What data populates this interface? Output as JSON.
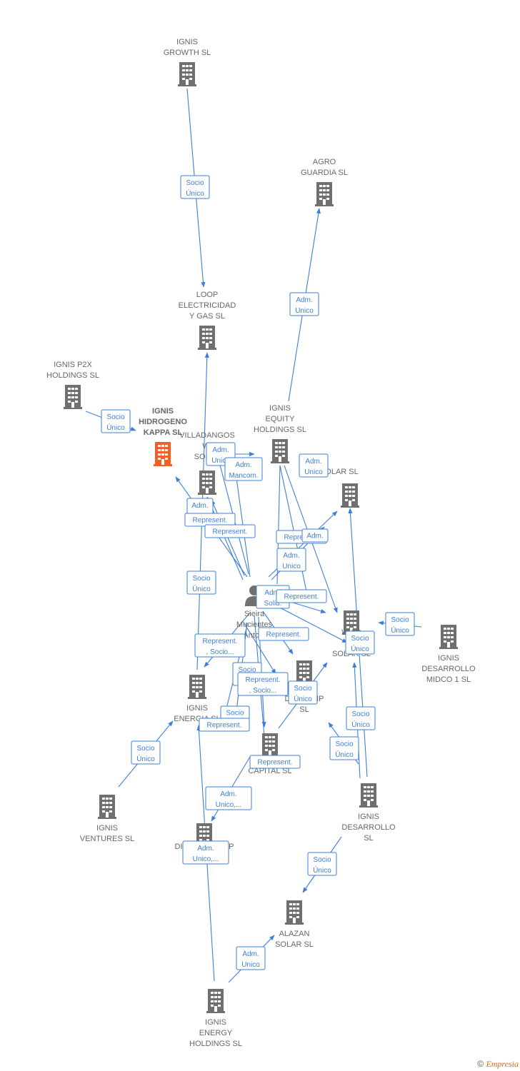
{
  "colors": {
    "building": "#707070",
    "highlight": "#f0602a",
    "edge": "#3d7fd6",
    "label": "#666666"
  },
  "nodes": [
    {
      "id": "growth",
      "icon": "building-icon",
      "lines": [
        "IGNIS",
        "GROWTH  SL"
      ]
    },
    {
      "id": "agro",
      "icon": "building-icon",
      "lines": [
        "AGRO",
        "GUARDIA SL"
      ]
    },
    {
      "id": "loop",
      "icon": "building-icon",
      "lines": [
        "LOOP",
        "ELECTRICIDAD",
        "Y GAS  SL"
      ]
    },
    {
      "id": "p2x",
      "icon": "building-icon",
      "lines": [
        "IGNIS P2X",
        "HOLDINGS  SL"
      ]
    },
    {
      "id": "kappa",
      "icon": "building-icon",
      "highlight": true,
      "lines": [
        "IGNIS",
        "HIDROGENO",
        "KAPPA  SL"
      ]
    },
    {
      "id": "villa",
      "icon": "building-icon",
      "lines": [
        "VILLADANGOS",
        "WI",
        "SOLUT"
      ]
    },
    {
      "id": "equity",
      "icon": "building-icon",
      "lines": [
        "IGNIS",
        "EQUITY",
        "HOLDINGS  SL"
      ]
    },
    {
      "id": "dzsolar",
      "icon": "building-icon",
      "lines": [
        "DZ SOLAR SL"
      ]
    },
    {
      "id": "person",
      "icon": "person-icon",
      "lines": [
        "Sieira",
        "Mucientes",
        "Antoni"
      ]
    },
    {
      "id": "valde",
      "icon": "building-icon",
      "lines": [
        "VALD",
        "O",
        "SOLAR SL"
      ]
    },
    {
      "id": "midco",
      "icon": "building-icon",
      "lines": [
        "IGNIS",
        "DESARROLLO",
        "MIDCO 1  SL"
      ]
    },
    {
      "id": "dirga",
      "icon": "building-icon",
      "lines": [
        "GA",
        "DIRE    SHIP",
        "SL"
      ]
    },
    {
      "id": "energia",
      "icon": "building-icon",
      "lines": [
        "IGNIS",
        "ENERGIA  SL"
      ]
    },
    {
      "id": "capital",
      "icon": "building-icon",
      "lines": [
        "CAPITAL  SL"
      ]
    },
    {
      "id": "ventures",
      "icon": "building-icon",
      "lines": [
        "IGNIS",
        "VENTURES  SL"
      ]
    },
    {
      "id": "desarrollo",
      "icon": "building-icon",
      "lines": [
        "IGNIS",
        "DESARROLLO",
        "SL"
      ]
    },
    {
      "id": "dir2",
      "icon": "building-icon",
      "lines": [
        "DIRECTORSHIP",
        "SL"
      ]
    },
    {
      "id": "alazan",
      "icon": "building-icon",
      "lines": [
        "ALAZAN",
        "SOLAR  SL"
      ]
    },
    {
      "id": "energy",
      "icon": "building-icon",
      "lines": [
        "IGNIS",
        "ENERGY",
        "HOLDINGS  SL"
      ]
    }
  ],
  "edges": [
    {
      "from": "growth",
      "to": "loop",
      "lines": [
        "Socio",
        "Único"
      ]
    },
    {
      "from": "equity",
      "to": "agro",
      "lines": [
        "Adm.",
        "Unico"
      ]
    },
    {
      "from": "p2x",
      "to": "kappa",
      "lines": [
        "Socio",
        "Único"
      ]
    },
    {
      "from": "person",
      "to": "villa",
      "lines": [
        "Adm.",
        "Unico"
      ]
    },
    {
      "from": "person",
      "to": "villa",
      "lines": [
        "Adm.",
        "Mancom."
      ]
    },
    {
      "from": "equity",
      "to": "dzsolar",
      "lines": [
        "Adm.",
        "Unico"
      ]
    },
    {
      "from": "person",
      "to": "kappa",
      "lines": [
        "Adm.",
        ""
      ]
    },
    {
      "from": "person",
      "to": "villa",
      "lines": [
        "Represent."
      ]
    },
    {
      "from": "person",
      "to": "villa",
      "lines": [
        "Represent."
      ]
    },
    {
      "from": "person",
      "to": "dzsolar",
      "lines": [
        "Represent."
      ]
    },
    {
      "from": "person",
      "to": "dzsolar",
      "lines": [
        "Adm."
      ]
    },
    {
      "from": "person",
      "to": "dzsolar",
      "lines": [
        "Adm.",
        "Unico"
      ]
    },
    {
      "from": "energia",
      "to": "loop",
      "lines": [
        "Socio",
        "Único"
      ]
    },
    {
      "from": "person",
      "to": "valde",
      "lines": [
        "Adm.",
        "Solid."
      ]
    },
    {
      "from": "person",
      "to": "valde",
      "lines": [
        "Represent."
      ]
    },
    {
      "from": "midco",
      "to": "valde",
      "lines": [
        "Socio",
        "Único"
      ]
    },
    {
      "from": "person",
      "to": "dirga",
      "lines": [
        "Represent."
      ]
    },
    {
      "from": "person",
      "to": "energia",
      "lines": [
        "Represent.",
        ", Socio..."
      ]
    },
    {
      "from": "desarrollo",
      "to": "valde",
      "lines": [
        "Socio",
        "Único"
      ]
    },
    {
      "from": "person",
      "to": "capital",
      "lines": [
        "Socio",
        "Único"
      ]
    },
    {
      "from": "person",
      "to": "capital",
      "lines": [
        "Represent.",
        ", Socio..."
      ]
    },
    {
      "from": "capital",
      "to": "valde",
      "lines": [
        "Socio",
        "Único"
      ]
    },
    {
      "from": "ventures",
      "to": "energia",
      "lines": [
        "Socio",
        "Único"
      ]
    },
    {
      "from": "person",
      "to": "energia",
      "lines": [
        "Socio"
      ]
    },
    {
      "from": "person",
      "to": "energia",
      "lines": [
        "Represent."
      ]
    },
    {
      "from": "desarrollo",
      "to": "valde",
      "lines": [
        "Socio",
        "Único"
      ]
    },
    {
      "from": "desarrollo",
      "to": "valde",
      "lines": [
        "Socio",
        "Único"
      ]
    },
    {
      "from": "person",
      "to": "capital",
      "lines": [
        "Represent."
      ]
    },
    {
      "from": "capital",
      "to": "dir2",
      "lines": [
        "Adm.",
        "Unico,..."
      ]
    },
    {
      "from": "energy",
      "to": "energia",
      "lines": [
        "Adm.",
        "Unico,..."
      ]
    },
    {
      "from": "desarrollo",
      "to": "alazan",
      "lines": [
        "Socio",
        "Único"
      ]
    },
    {
      "from": "energy",
      "to": "alazan",
      "lines": [
        "Adm.",
        "Unico"
      ]
    }
  ],
  "footer": {
    "copyright": "©",
    "brand": "Empresia"
  }
}
